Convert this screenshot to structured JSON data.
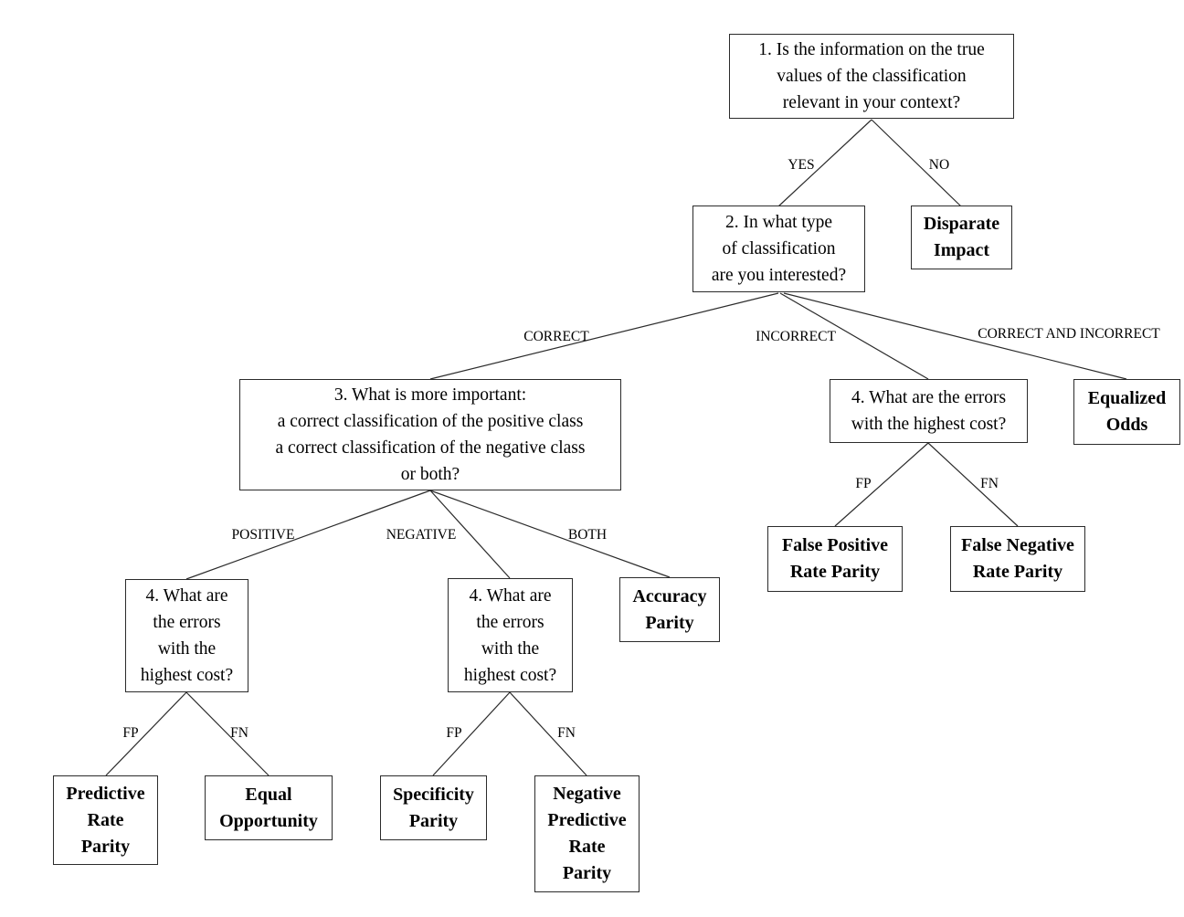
{
  "diagram": {
    "description": "Decision tree for selecting a classification fairness metric",
    "colors": {
      "background": "#ffffff",
      "line": "#2b2b2b",
      "text": "#000000"
    },
    "nodes": {
      "q1": {
        "type": "question",
        "text": "1. Is the information on the true\nvalues of the classification\nrelevant in your context?"
      },
      "q2": {
        "type": "question",
        "text": "2. In what type\nof classification\nare you interested?"
      },
      "disparate_impact": {
        "type": "metric",
        "text": "Disparate\nImpact"
      },
      "q3": {
        "type": "question",
        "text": "3. What is more important:\na correct classification of the positive class\na correct classification of the negative class\nor both?"
      },
      "q4_right": {
        "type": "question",
        "text": "4. What are the errors\nwith the highest cost?"
      },
      "equalized_odds": {
        "type": "metric",
        "text": "Equalized\nOdds"
      },
      "false_positive_rate_parity": {
        "type": "metric",
        "text": "False Positive\nRate Parity"
      },
      "false_negative_rate_parity": {
        "type": "metric",
        "text": "False Negative\nRate Parity"
      },
      "q4_left": {
        "type": "question",
        "text": "4. What are\nthe errors\nwith the\nhighest cost?"
      },
      "q4_middle": {
        "type": "question",
        "text": "4. What are\nthe errors\nwith the\nhighest cost?"
      },
      "accuracy_parity": {
        "type": "metric",
        "text": "Accuracy\nParity"
      },
      "predictive_rate_parity": {
        "type": "metric",
        "text": "Predictive\nRate\nParity"
      },
      "equal_opportunity": {
        "type": "metric",
        "text": "Equal\nOpportunity"
      },
      "specificity_parity": {
        "type": "metric",
        "text": "Specificity\nParity"
      },
      "negative_predictive_rate_parity": {
        "type": "metric",
        "text": "Negative\nPredictive\nRate\nParity"
      }
    },
    "edge_labels": {
      "yes": "YES",
      "no": "NO",
      "correct": "CORRECT",
      "incorrect": "INCORRECT",
      "correct_and_incorrect": "CORRECT AND INCORRECT",
      "positive": "POSITIVE",
      "negative": "NEGATIVE",
      "both": "BOTH",
      "fp_left": "FP",
      "fn_left": "FN",
      "fp_middle": "FP",
      "fn_middle": "FN",
      "fp_right": "FP",
      "fn_right": "FN"
    }
  }
}
